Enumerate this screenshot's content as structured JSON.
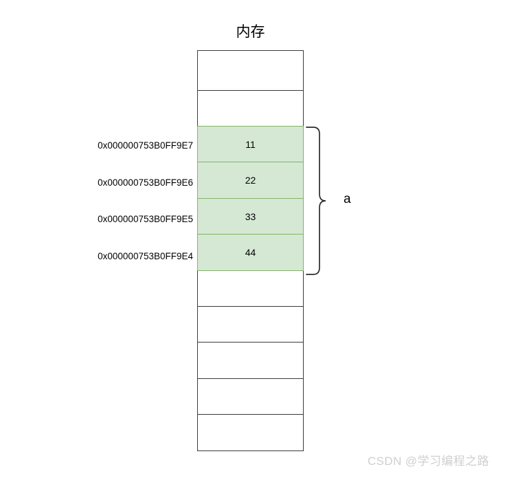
{
  "diagram": {
    "title": "内存",
    "watermark": "CSDN @学习编程之路",
    "colors": {
      "cell_border": "#3a3a3a",
      "highlight_fill": "#d5e8d4",
      "highlight_border": "#82b366",
      "watermark_text": "#cfcfcf",
      "text": "#000000"
    }
  },
  "memory": {
    "empty_cells_top": [
      {
        "value": "",
        "address": ""
      },
      {
        "value": "",
        "address": ""
      }
    ],
    "highlighted_cells": [
      {
        "address": "0x000000753B0FF9E7",
        "value": "11"
      },
      {
        "address": "0x000000753B0FF9E6",
        "value": "22"
      },
      {
        "address": "0x000000753B0FF9E5",
        "value": "33"
      },
      {
        "address": "0x000000753B0FF9E4",
        "value": "44"
      }
    ],
    "empty_cells_bottom": [
      {
        "value": "",
        "address": ""
      },
      {
        "value": "",
        "address": ""
      },
      {
        "value": "",
        "address": ""
      },
      {
        "value": "",
        "address": ""
      },
      {
        "value": "",
        "address": ""
      }
    ]
  },
  "annotation": {
    "brace_label": "a"
  }
}
